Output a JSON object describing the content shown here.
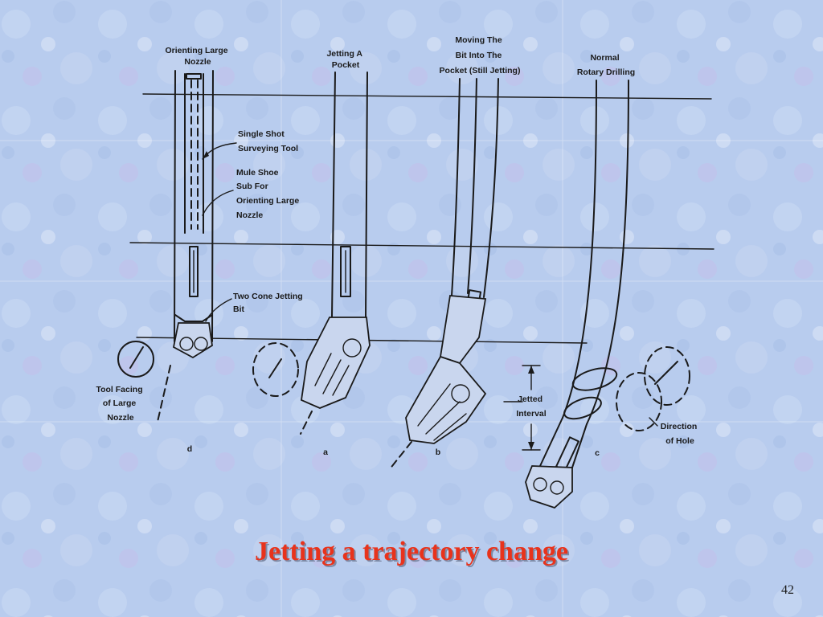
{
  "slide": {
    "title": "Jetting a trajectory change",
    "page_number": "42",
    "title_color": "#e8331c",
    "background_color": "#b9cdee"
  },
  "diagram": {
    "stages": [
      {
        "letter": "d",
        "heading": [
          "Orienting Large",
          "Nozzle"
        ]
      },
      {
        "letter": "a",
        "heading": [
          "Jetting A",
          "Pocket"
        ]
      },
      {
        "letter": "b",
        "heading": [
          "Moving The",
          "Bit Into The",
          "Pocket (Still Jetting)"
        ]
      },
      {
        "letter": "c",
        "heading": [
          "Normal",
          "Rotary Drilling"
        ]
      }
    ],
    "callouts": {
      "survey_tool": [
        "Single Shot",
        "Surveying Tool"
      ],
      "mule_shoe": [
        "Mule Shoe",
        "Sub For",
        "Orienting Large",
        "Nozzle"
      ],
      "jetting_bit": [
        "Two Cone Jetting",
        "Bit"
      ],
      "tool_facing": [
        "Tool Facing",
        "of Large",
        "Nozzle"
      ],
      "jetted_interval": [
        "Jetted",
        "Interval"
      ],
      "direction_of_hole": [
        "Direction",
        "of Hole"
      ]
    }
  }
}
